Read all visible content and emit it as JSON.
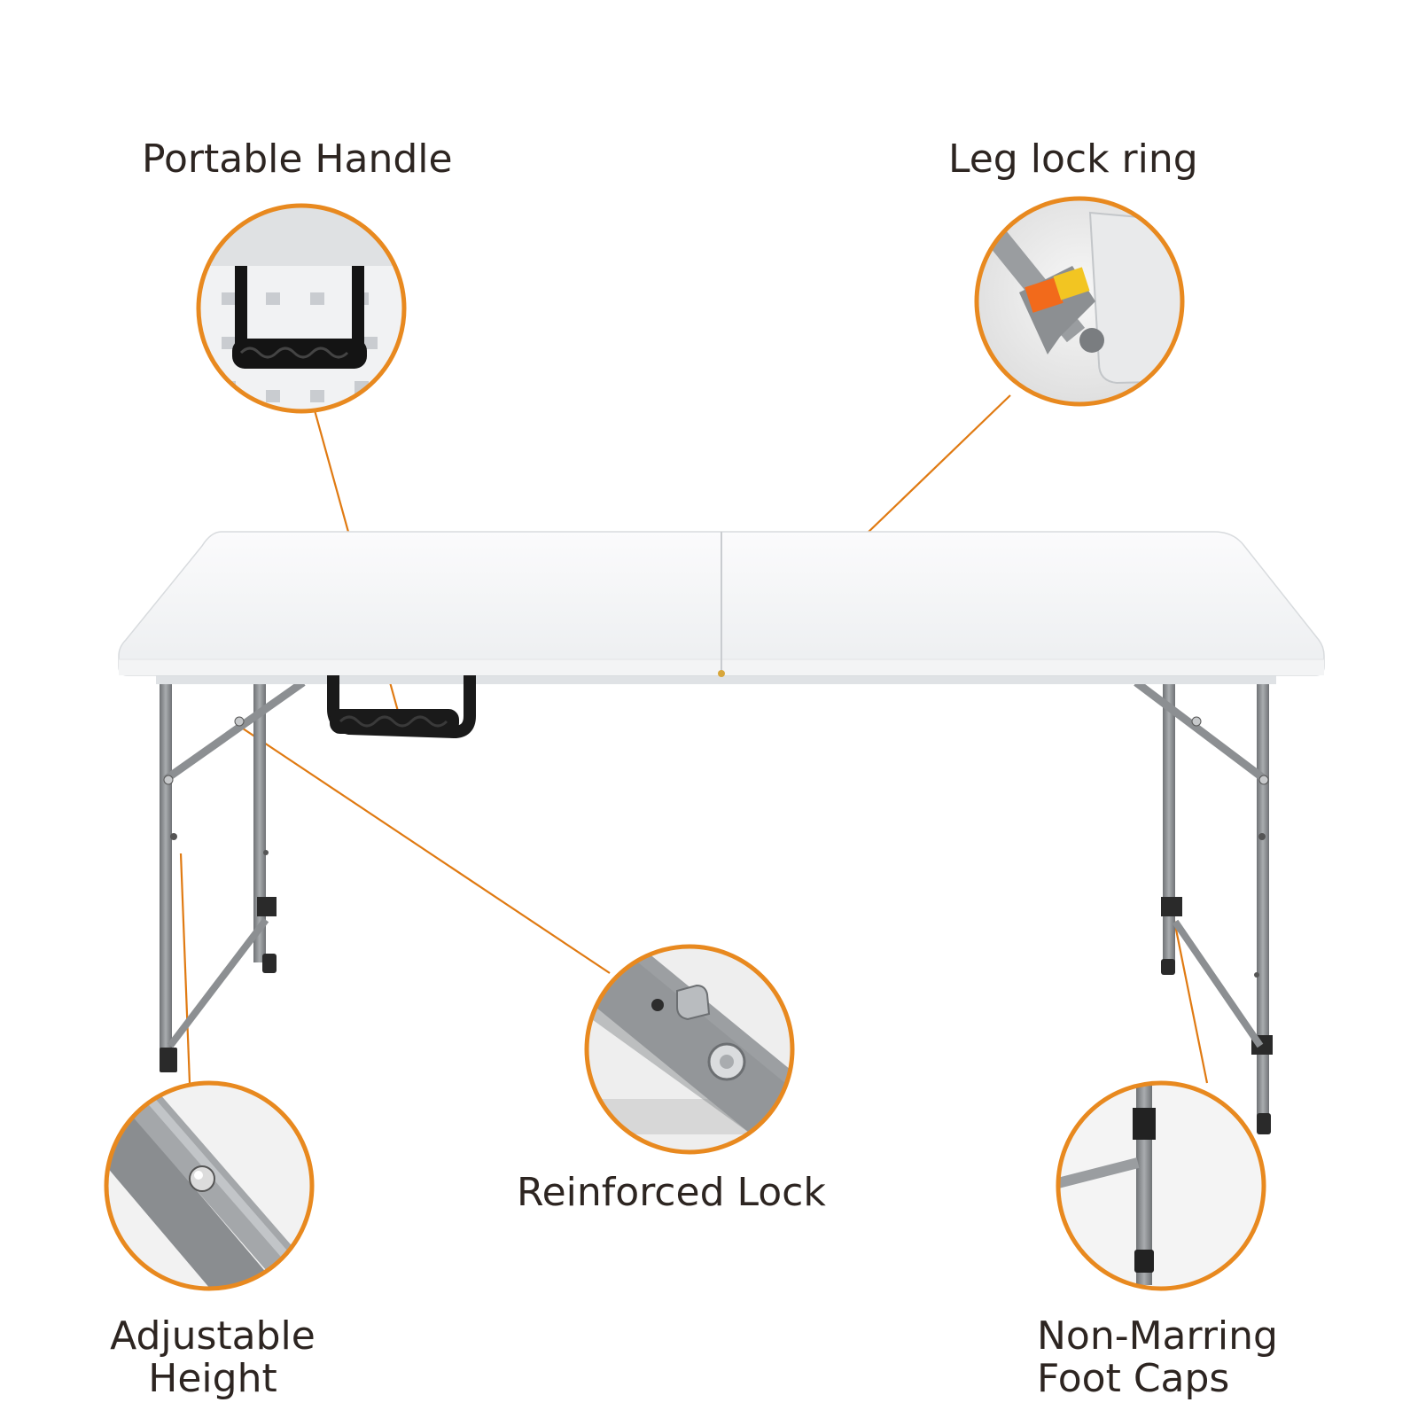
{
  "callouts": {
    "portable_handle": "Portable Handle",
    "leg_lock_ring": "Leg lock ring",
    "reinforced_lock": "Reinforced Lock",
    "adjustable_height": [
      "Adjustable",
      "Height"
    ],
    "non_marring": [
      "Non-Marring",
      "Foot Caps"
    ]
  },
  "colors": {
    "callout_ring": "#e8891f",
    "leader_line": "#e07a12",
    "label_text": "#2d2521",
    "table_top": "#f4f5f6",
    "leg_steel": "#8c8f92",
    "foot_cap": "#2a2a2a",
    "handle": "#1a1a1a",
    "lock_tab": "#f26a1b"
  },
  "icons": {
    "handle_detail": "handle-closeup-icon",
    "leg_lock_detail": "leg-lock-closeup-icon",
    "reinforced_detail": "hinge-rivet-closeup-icon",
    "adjustable_detail": "leg-pin-closeup-icon",
    "foot_cap_detail": "foot-cap-closeup-icon"
  }
}
